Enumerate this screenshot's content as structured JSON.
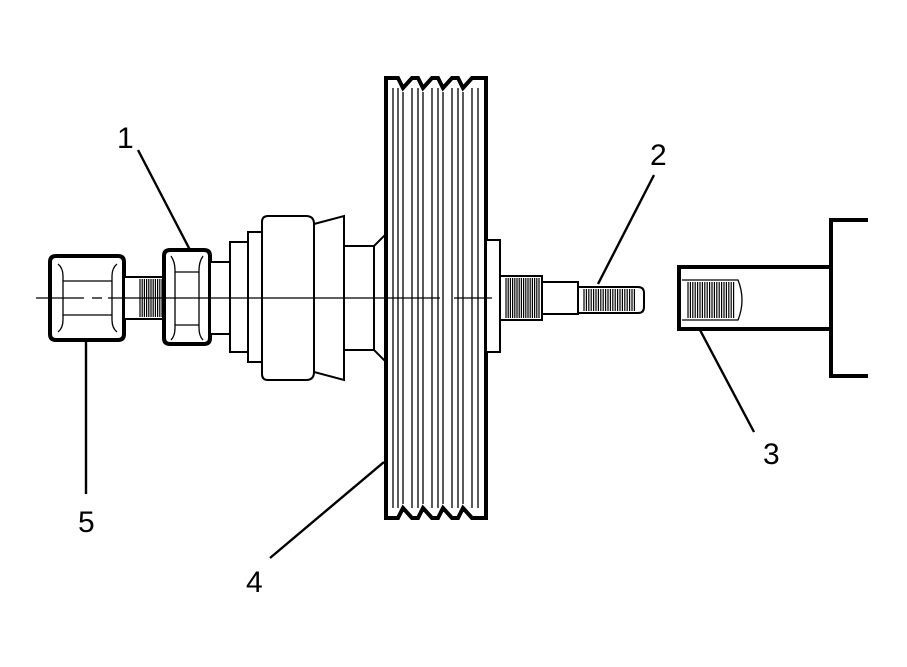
{
  "diagram": {
    "callouts": [
      {
        "id": "1",
        "label": "1"
      },
      {
        "id": "2",
        "label": "2"
      },
      {
        "id": "3",
        "label": "3"
      },
      {
        "id": "4",
        "label": "4"
      },
      {
        "id": "5",
        "label": "5"
      }
    ],
    "colors": {
      "stroke": "#000000",
      "background": "#ffffff"
    }
  }
}
